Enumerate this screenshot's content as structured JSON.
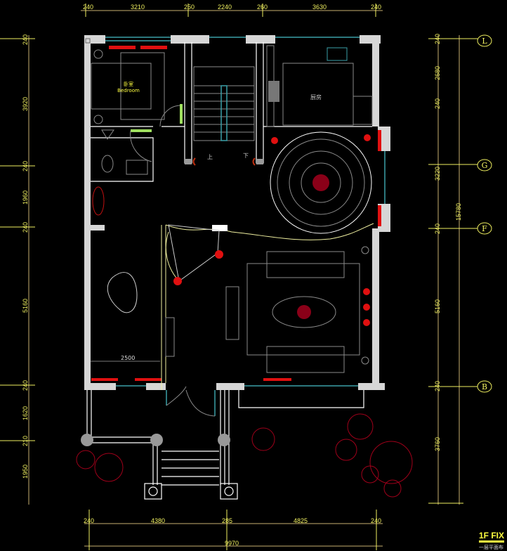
{
  "drawing": {
    "title": "1F FIX",
    "subtitle": "一层平面布",
    "top_dimensions": [
      "240",
      "3210",
      "250",
      "2240",
      "260",
      "3630",
      "240"
    ],
    "bottom_dimensions": [
      "240",
      "4380",
      "285",
      "4825",
      "240"
    ],
    "bottom_total": "9970",
    "left_dimensions": [
      "240",
      "3920",
      "240",
      "1960",
      "240",
      "5160",
      "240",
      "1620",
      "210",
      "1950"
    ],
    "right_dimensions": [
      "240",
      "2680",
      "240",
      "3220",
      "240",
      "5160",
      "240",
      "3760"
    ],
    "right_total": "15780",
    "axes": [
      "L",
      "G",
      "F",
      "B"
    ],
    "rooms": {
      "bedroom_cn": "卧室",
      "bedroom_en": "Bedroom",
      "kitchen": "厨房",
      "stair_up": "上",
      "stair_down": "下",
      "inner_dimension": "2500"
    }
  },
  "colors": {
    "background": "#000000",
    "dimension": "#f0f060",
    "wall": "#d6d6d6",
    "accent_red": "#e01010"
  }
}
